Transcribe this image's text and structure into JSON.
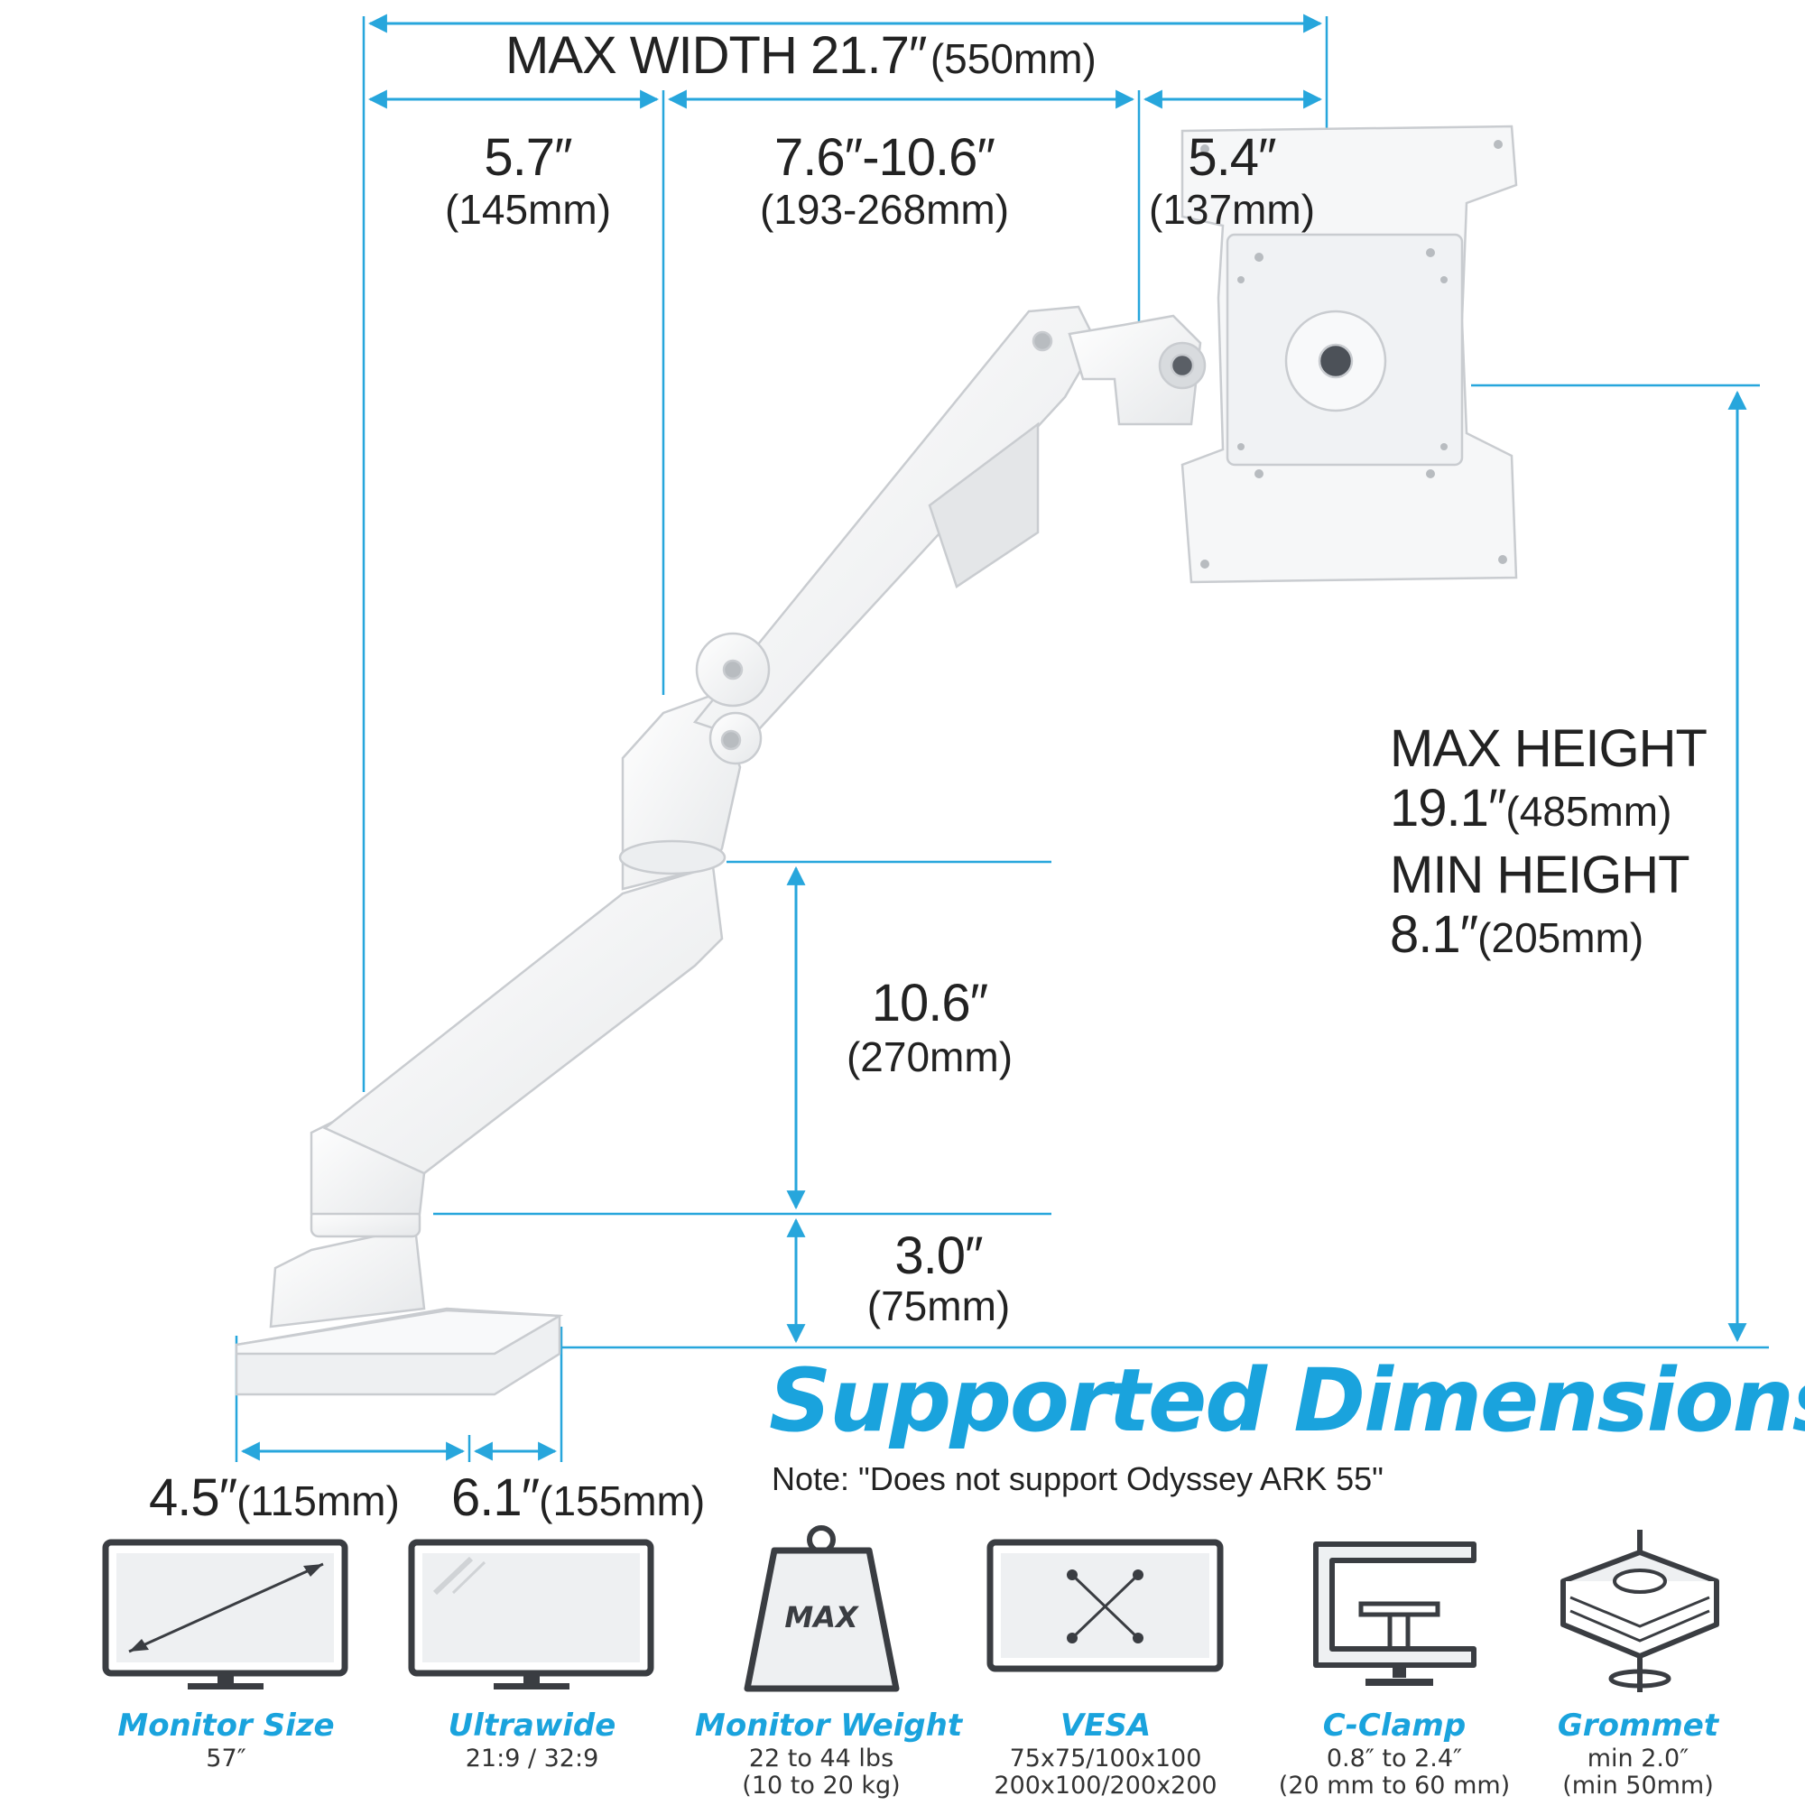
{
  "dimensions": {
    "max_width": "MAX WIDTH 21.7″",
    "max_width_mm": "(550mm)",
    "seg1": "5.7″",
    "seg1_mm": "(145mm)",
    "seg2": "7.6″-10.6″",
    "seg2_mm": "(193-268mm)",
    "seg3": "5.4″",
    "seg3_mm": "(137mm)",
    "max_height_label": "MAX HEIGHT",
    "max_height": "19.1″",
    "max_height_mm": "(485mm)",
    "min_height_label": "MIN HEIGHT",
    "min_height": "8.1″",
    "min_height_mm": "(205mm)",
    "pole": "10.6″",
    "pole_mm": "(270mm)",
    "base": "3.0″",
    "base_mm": "(75mm)",
    "clamp_left": "4.5″",
    "clamp_left_mm": "(115mm)",
    "clamp_right": "6.1″",
    "clamp_right_mm": "(155mm)"
  },
  "heading": {
    "title": "Supported Dimensions",
    "note": "Note: \"Does not support Odyssey ARK 55\""
  },
  "features": [
    {
      "name": "Monitor Size",
      "value1": "57″",
      "value2": "",
      "icon": "monitor-diagonal-icon"
    },
    {
      "name": "Ultrawide",
      "value1": "21:9 / 32:9",
      "value2": "",
      "icon": "ultrawide-monitor-icon"
    },
    {
      "name": "Monitor Weight",
      "value1": "22 to 44 lbs",
      "value2": "(10 to 20 kg)",
      "icon": "weight-icon",
      "icon_text": "MAX"
    },
    {
      "name": "VESA",
      "value1": "75x75/100x100",
      "value2": "200x100/200x200",
      "icon": "vesa-pattern-icon"
    },
    {
      "name": "C-Clamp",
      "value1": "0.8″ to 2.4″",
      "value2": "(20 mm to 60 mm)",
      "icon": "c-clamp-icon"
    },
    {
      "name": "Grommet",
      "value1": "min 2.0″",
      "value2": "(min 50mm)",
      "icon": "grommet-icon"
    }
  ],
  "colors": {
    "accent": "#1aa3dd",
    "dimension_line": "#27a6dc",
    "arm": "#f4f5f6",
    "text": "#222222"
  }
}
